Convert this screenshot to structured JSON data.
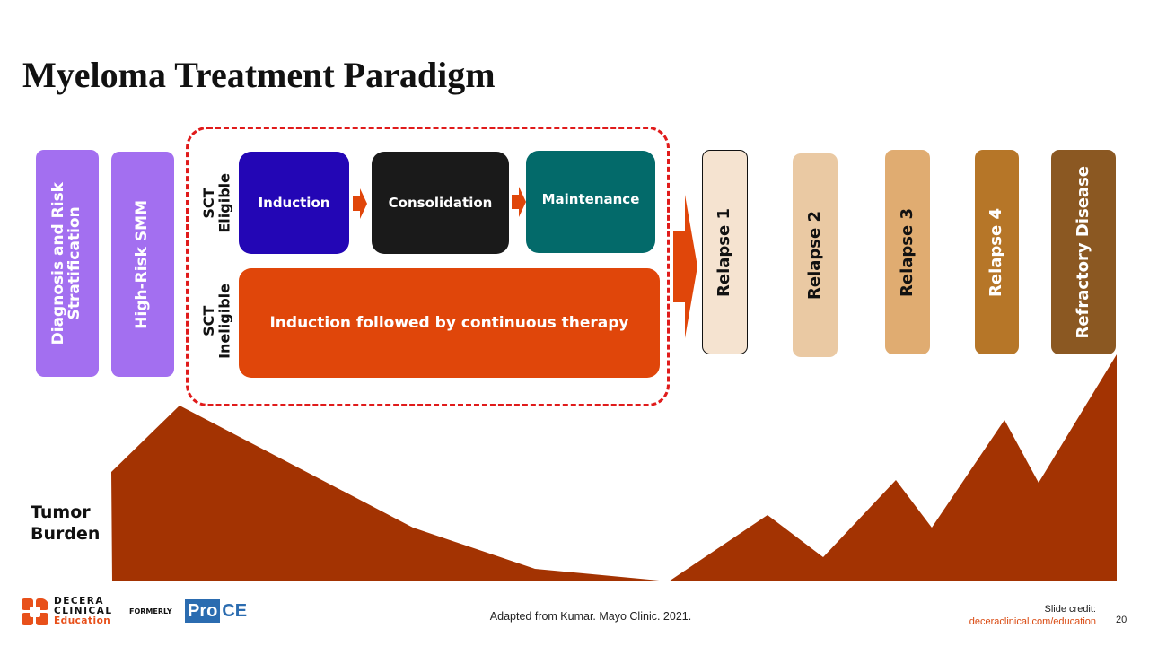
{
  "title": "Myeloma Treatment Paradigm",
  "stages": {
    "diagnosis": "Diagnosis and Risk\nStratification",
    "smm": "High-Risk SMM"
  },
  "sct": {
    "eligible_label": "SCT\nEligible",
    "ineligible_label": "SCT\nIneligible"
  },
  "phases": {
    "induction": "Induction",
    "consolidation": "Consolidation",
    "maintenance": "Maintenance",
    "continuous": "Induction followed by continuous therapy"
  },
  "relapses": [
    "Relapse 1",
    "Relapse 2",
    "Relapse 3",
    "Relapse 4",
    "Refractory Disease"
  ],
  "tumor_label": "Tumor\nBurden",
  "footer": {
    "reference": "Adapted from Kumar. Mayo Clinic. 2021.",
    "credit_label": "Slide credit:",
    "credit_url": "deceraclinical.com/education",
    "page_number": "20"
  },
  "logo": {
    "line1": "DECERA",
    "line2": "CLINICAL",
    "line3": "Education",
    "formerly": "FORMERLY",
    "pro": "Pro",
    "ce": "CE"
  },
  "colors": {
    "stage_purple": "#a36ff0",
    "induction": "#2306b5",
    "consolidation": "#1a1a1a",
    "maintenance": "#036a6a",
    "continuous": "#e0460a",
    "dashed_frame": "#e01b1b",
    "relapse_1": "#f5e3d0",
    "relapse_2": "#eac9a3",
    "relapse_3": "#e0ac71",
    "relapse_4": "#b67628",
    "refractory": "#8b5822",
    "tumor_fill": "#a33302"
  }
}
